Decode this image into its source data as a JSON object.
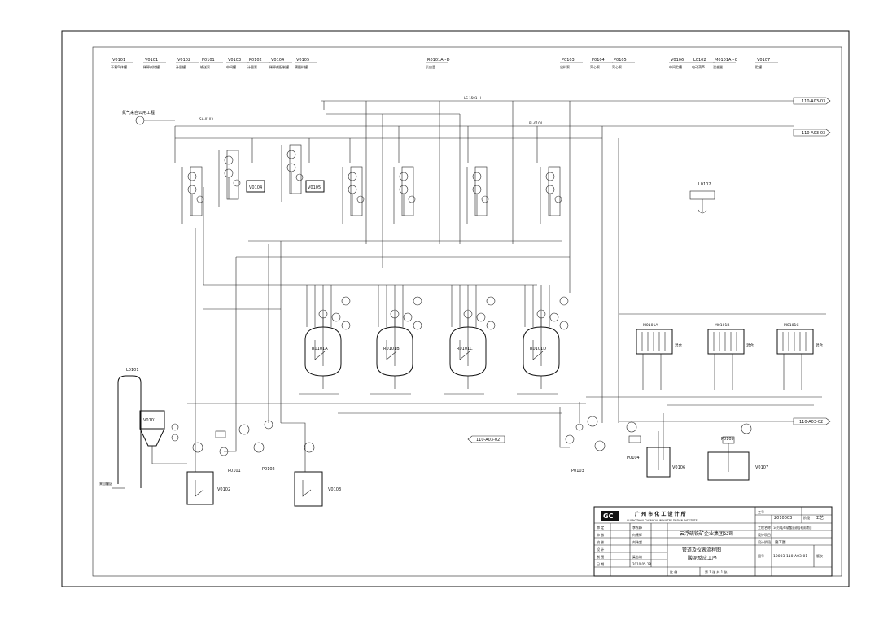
{
  "drawing": {
    "top_equipment_tags": [
      {
        "tag": "V0101",
        "desc": "不凝气体罐"
      },
      {
        "tag": "V0101",
        "desc": "稀释剂储罐"
      },
      {
        "tag": "V0102",
        "desc": "计量罐"
      },
      {
        "tag": "P0101",
        "desc": "输送泵"
      },
      {
        "tag": "V0103",
        "desc": "中间罐"
      },
      {
        "tag": "P0102",
        "desc": "计量泵"
      },
      {
        "tag": "V0104",
        "desc": "稀释剂配制罐"
      },
      {
        "tag": "V0105",
        "desc": "预配料罐"
      },
      {
        "tag": "R0101A~D",
        "desc": "反应釜"
      },
      {
        "tag": "P0103",
        "desc": "出料泵"
      },
      {
        "tag": "P0104",
        "desc": "离心泵"
      },
      {
        "tag": "P0105",
        "desc": "离心泵"
      },
      {
        "tag": "V0106",
        "desc": "中间贮槽"
      },
      {
        "tag": "L0102",
        "desc": "电动葫芦"
      },
      {
        "tag": "M0101A~C",
        "desc": "混合器"
      },
      {
        "tag": "V0107",
        "desc": "贮罐"
      }
    ],
    "vessels": {
      "v0104": "V0104",
      "v0105": "V0105",
      "v0101": "V0101",
      "v0102": "V0102",
      "v0103": "V0103",
      "v0106": "V0106",
      "v0107": "V0107",
      "l0101": "L0101",
      "l0102": "L0102",
      "p0101": "P0101",
      "p0102": "P0102",
      "p0103": "P0103",
      "p0104": "P0104",
      "p0105": "P0105"
    },
    "reactors": [
      "R0101A",
      "R0101B",
      "R0101C",
      "R0101D"
    ],
    "mixers": [
      {
        "tag": "M0101A",
        "desc": "混合"
      },
      {
        "tag": "M0101B",
        "desc": "混合"
      },
      {
        "tag": "M0101C",
        "desc": "混合"
      }
    ],
    "offsheet": {
      "right_top": "110-A03-03",
      "right_mid": "110-A03-03",
      "right_low": "110-A03-02",
      "left_mid": "110-A03-02",
      "feed_label": "来自罐区",
      "nitrogen_label": "氮气来自公用工程",
      "line_ls": "LS-1501-H",
      "line_pl": "PL-0104",
      "line_sa": "SA-0103"
    }
  },
  "title_block": {
    "company_cn": "广 州 市 化 工 设 计 所",
    "company_en": "GUANGZHOU CHEMICAL INDUSTRY DESIGN INSTITUTE",
    "client": "云浮硫铁矿企业集团公司",
    "drawing_title_1": "管道及仪表流程图",
    "drawing_title_2": "酸泥反应工序",
    "project_no_label": "工号",
    "project_no": "2010003",
    "stage_label": "阶段",
    "stage": "工艺",
    "project_name_label": "工程名称",
    "project_name": "10万吨/年硫酸渣综合利用项目",
    "design_item_label": "设计项目",
    "design_stage_label": "设计阶段",
    "design_stage": "施工图",
    "drawing_no_label": "图号",
    "drawing_no": "10003-110-A03-01",
    "edition_label": "版次",
    "roles": [
      {
        "role": "审 定",
        "name": "李东峰"
      },
      {
        "role": "审 核",
        "name": "何建辉"
      },
      {
        "role": "校 核",
        "name": "刘伟超"
      },
      {
        "role": "设 计",
        "name": ""
      },
      {
        "role": "制 图",
        "name": "梁志雄"
      },
      {
        "role": "日 期",
        "name": "2010.05.18"
      }
    ],
    "scale_label": "比 例",
    "sheet_label": "第 1 张  共 1 张"
  }
}
